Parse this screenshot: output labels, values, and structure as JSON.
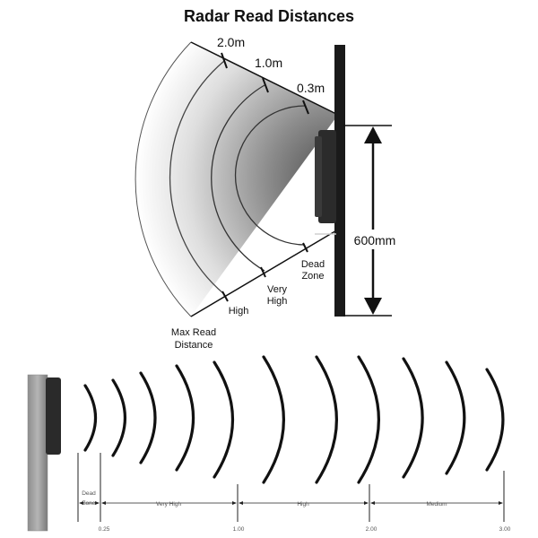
{
  "title": "Radar Read Distances",
  "top_diagram": {
    "distance_labels": [
      "2.0m",
      "1.0m",
      "0.3m"
    ],
    "height_label": "600mm",
    "zone_labels": {
      "dead_line1": "Dead",
      "dead_line2": "Zone",
      "very_high_line1": "Very",
      "very_high_line2": "High",
      "high": "High",
      "max_line1": "Max Read",
      "max_line2": "Distance"
    }
  },
  "bottom_scale": {
    "zones": [
      "Dead",
      "Zone",
      "Very High",
      "High",
      "Medium"
    ],
    "ticks": [
      "0.25",
      "1.00",
      "2.00",
      "3.00"
    ]
  }
}
